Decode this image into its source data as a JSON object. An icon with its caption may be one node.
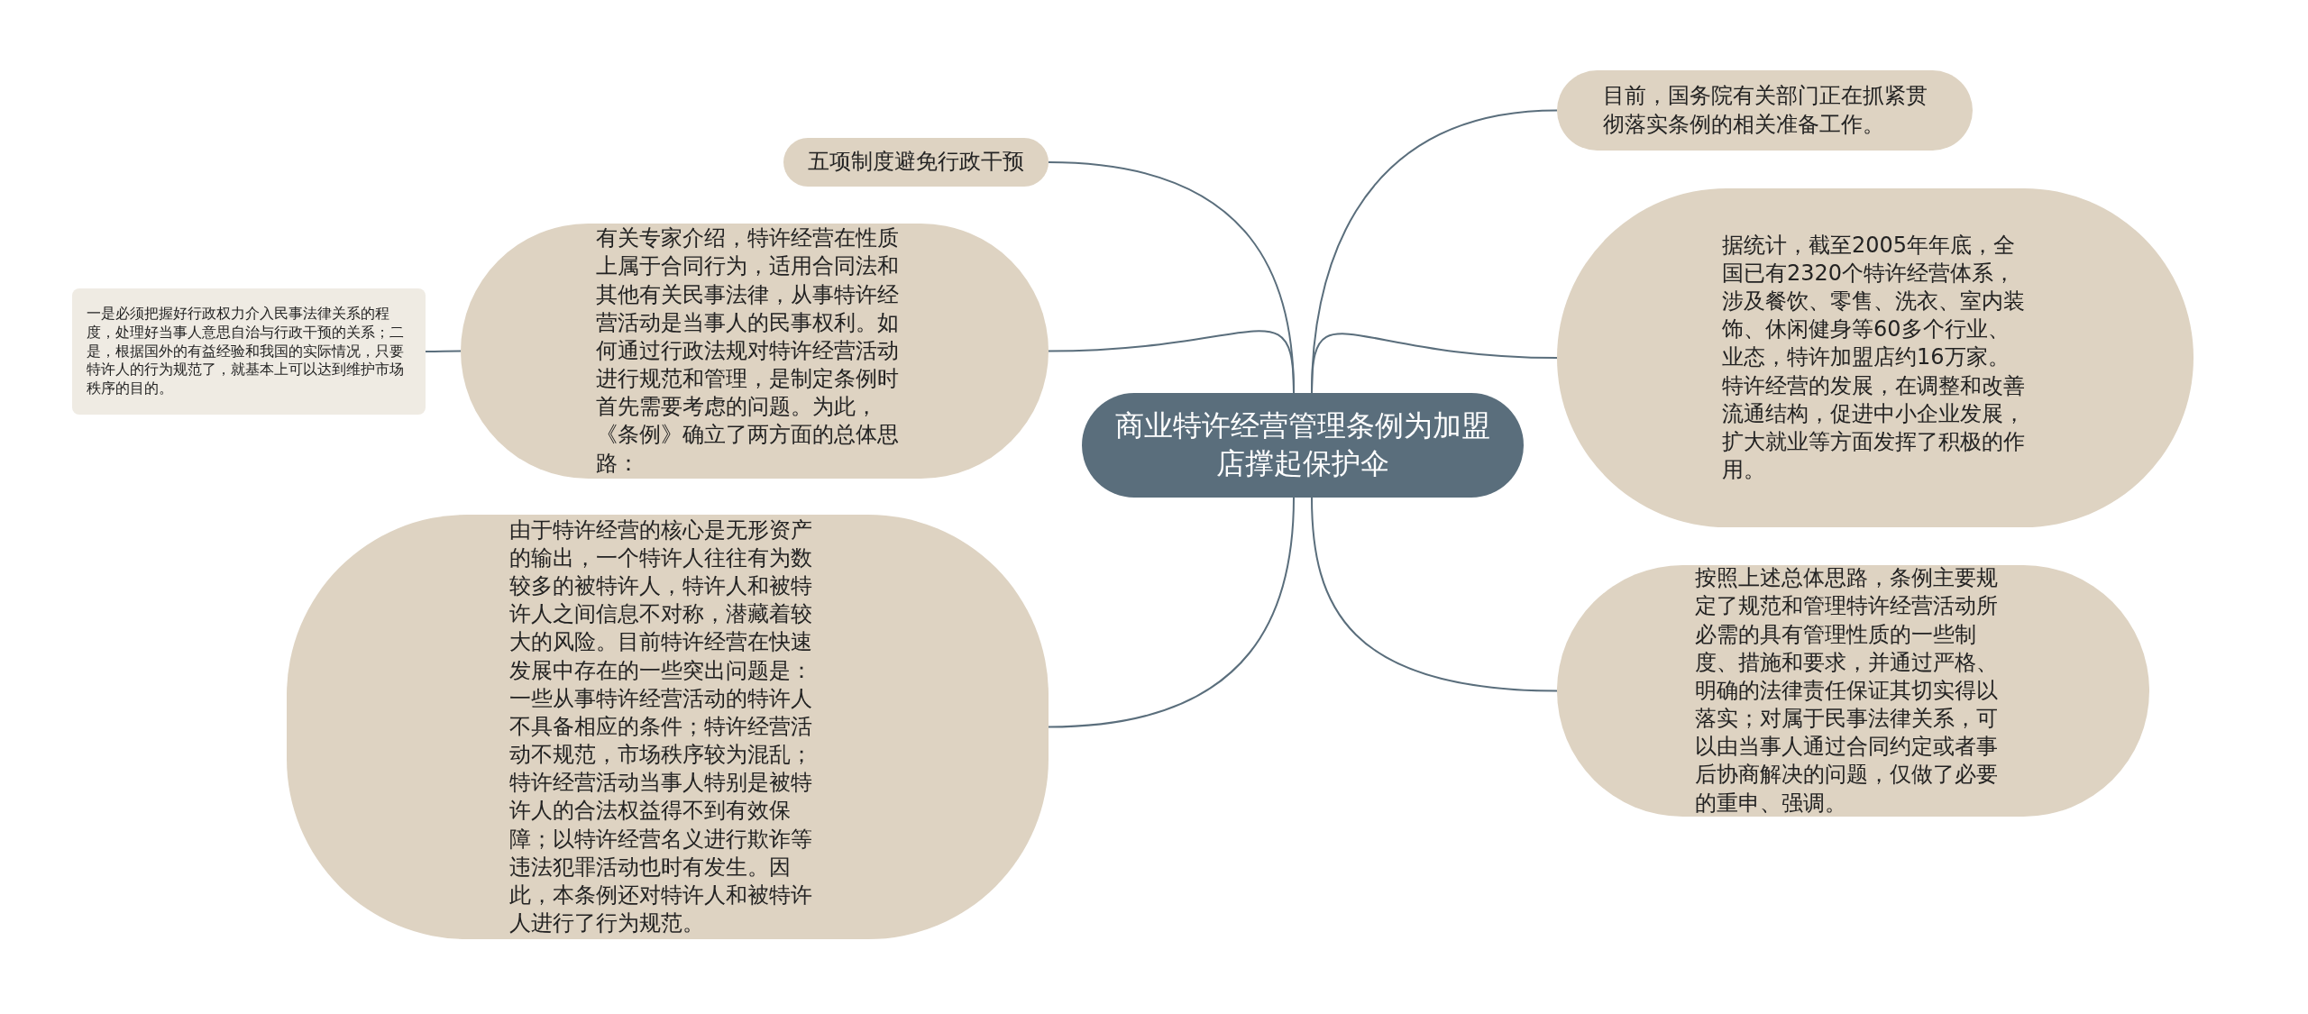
{
  "diagram": {
    "nodes": [
      {
        "text": [
          "商业特许经营管理条例为加盟店撑起保护伞"
        ]
      },
      {
        "text": [
          "五项制度避免行政干预"
        ]
      },
      {
        "text": [
          "有关专家介绍，特许经营在性质上属于合同行为，适用合同法和其他有关民事法律，从事特许经营活动是当事人的民事权利。如何通过行政法规对特许经营活动进行规范和管理，是制定条例时首先需要考虑的问题。为此，《条例》确立了两方面的总体思路："
        ]
      },
      {
        "text": [
          "一是必须把握好行政权力介入民事法律关系的程度，处理好当事人意思自治与行政干预的关系；二是，根据国外的有益经验和我国的实际情况，只要特许人的行为规范了，就基本上可以达到维护市场秩序的目的。"
        ]
      },
      {
        "text": [
          "由于特许经营的核心是无形资产的输出，一个特许人往往有为数较多的被特许人，特许人和被特许人之间信息不对称，潜藏着较大的风险。目前特许经营在快速发展中存在的一些突出问题是：一些从事特许经营活动的特许人不具备相应的条件；特许经营活动不规范，市场秩序较为混乱；特许经营活动当事人特别是被特许人的合法权益得不到有效保障；以特许经营名义进行欺诈等违法犯罪活动也时有发生。因此，本条例还对特许人和被特许人进行了行为规范。"
        ]
      },
      {
        "text": [
          "目前，国务院有关部门正在抓紧贯彻落实条例的相关准备工作。"
        ]
      },
      {
        "text": [
          "据统计，截至2005年年底，全国已有2320个特许经营体系，涉及餐饮、零售、洗衣、室内装饰、休闲健身等60多个行业、业态，特许加盟店约16万家。特许经营的发展，在调整和改善流通结构，促进中小企业发展，扩大就业等方面发挥了积极的作用。"
        ]
      },
      {
        "text": [
          "按照上述总体思路，条例主要规定了规范和管理特许经营活动所必需的具有管理性质的一些制度、措施和要求，并通过严格、明确的法律责任保证其切实得以落实；对属于民事法律关系，可以由当事人通过合同约定或者事后协商解决的问题，仅做了必要的重申、强调。"
        ]
      }
    ],
    "edges": [
      {
        "from": 0,
        "to": 1,
        "arrow": "none"
      },
      {
        "from": 0,
        "to": 2,
        "arrow": "none"
      },
      {
        "from": 2,
        "to": 3,
        "arrow": "none"
      },
      {
        "from": 0,
        "to": 4,
        "arrow": "none"
      },
      {
        "from": 0,
        "to": 5,
        "arrow": "none"
      },
      {
        "from": 0,
        "to": 6,
        "arrow": "none"
      },
      {
        "from": 0,
        "to": 7,
        "arrow": "none"
      }
    ]
  }
}
